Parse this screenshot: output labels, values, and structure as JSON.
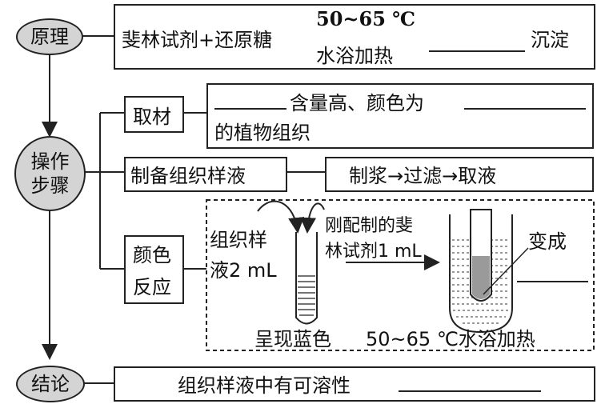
{
  "nodes": {
    "principle": "原理",
    "steps_line1": "操作",
    "steps_line2": "步骤",
    "conclusion": "结论"
  },
  "principle_box": {
    "reagents": "斐林试剂+还原糖",
    "temp": "50~65 ℃",
    "condition": "水浴加热",
    "result": "沉淀"
  },
  "material": {
    "label": "取材",
    "text_mid": "含量高、颜色为",
    "text_line2": "的植物组织"
  },
  "prepare": {
    "label": "制备组织样液",
    "process": "制浆→过滤→取液"
  },
  "reaction": {
    "label_line1": "颜色",
    "label_line2": "反应",
    "sample_line1": "组织样",
    "sample_line2": "液2 mL",
    "reagent_line1": "刚配制的斐",
    "reagent_line2": "林试剂1 mL",
    "change_label": "变成",
    "blue": "呈现蓝色",
    "heating": "50~65 ℃水浴加热"
  },
  "conclusion_box": {
    "text": "组织样液中有可溶性"
  }
}
